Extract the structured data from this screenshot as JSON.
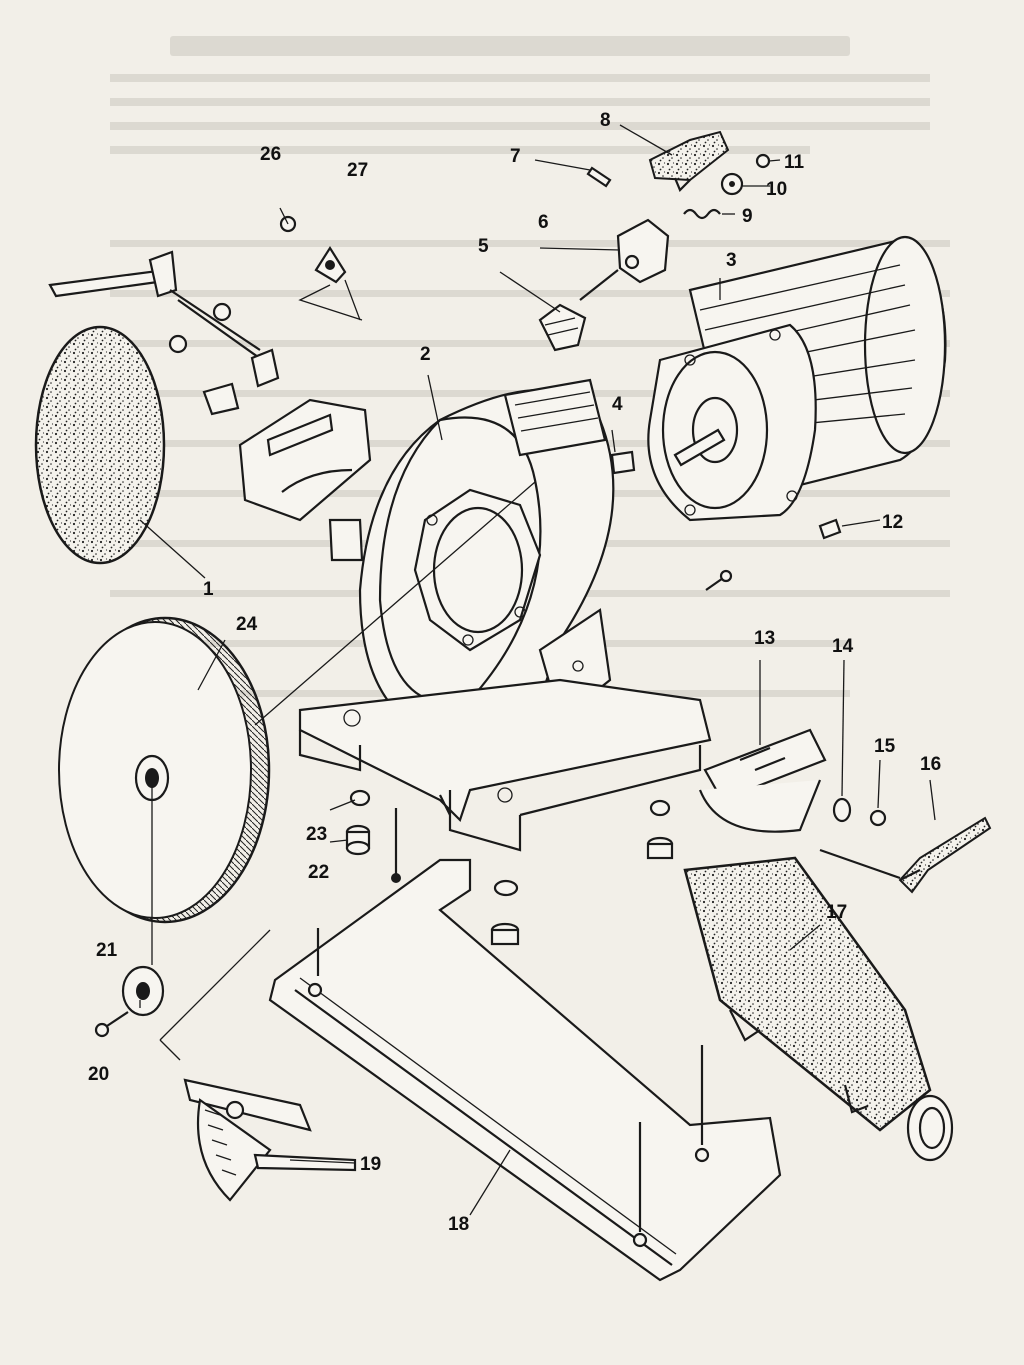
{
  "diagram": {
    "callouts": [
      "1",
      "2",
      "3",
      "4",
      "5",
      "6",
      "7",
      "8",
      "9",
      "10",
      "11",
      "12",
      "13",
      "14",
      "15",
      "16",
      "17",
      "18",
      "19",
      "20",
      "21",
      "22",
      "23",
      "24",
      "26",
      "27"
    ]
  }
}
